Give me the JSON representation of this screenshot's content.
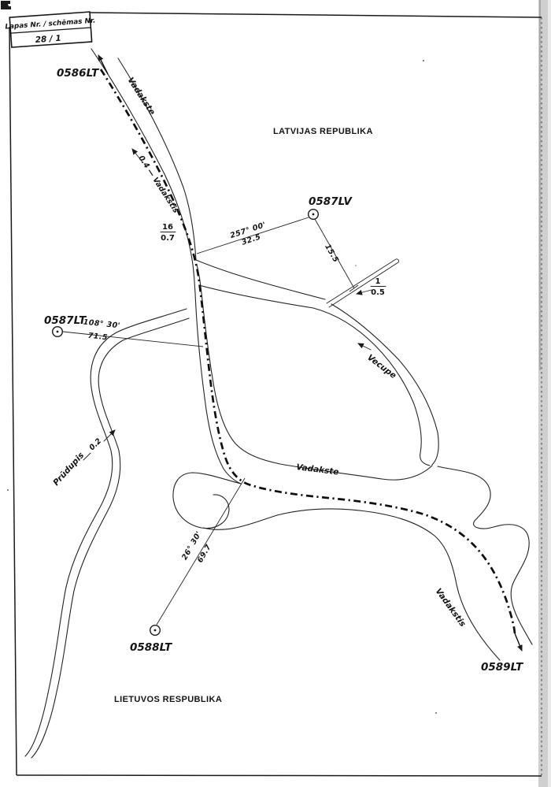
{
  "sheet": {
    "label": "Lapas Nr. / schēmas Nr.",
    "number": "28 / 1"
  },
  "countries": {
    "latvia": "LATVIJAS REPUBLIKA",
    "lithuania": "LIETUVOS RESPUBLIKA"
  },
  "border_markers": {
    "m0586lt": "0586LT",
    "m0587lv": "0587LV",
    "m0587lt": "0587LT",
    "m0588lt": "0588LT",
    "m0589lt": "0589LT"
  },
  "rivers": {
    "vadakste_upper": "Vadakste",
    "vadakste_middle": "Vadakste",
    "vadakstis_lower": "Vadakstis",
    "vecupe": "Vecupe",
    "prudupis": "Prūdupis"
  },
  "flow_notes": {
    "vadakstis_upper": "0.4 — Vadakstis",
    "prudupis": "0.2"
  },
  "measurements": {
    "m0587lv_border": {
      "bearing": "257° 00'",
      "distance": "32.5"
    },
    "m0587lv_ditch": {
      "distance": "15.5"
    },
    "m0587lt_border": {
      "bearing": "108° 30'",
      "distance": "71.5"
    },
    "m0588lt_border": {
      "bearing": "26° 30'",
      "distance": "69.7"
    }
  },
  "annotations": {
    "river_width_depth": {
      "numerator": "16",
      "denominator": "0.7"
    },
    "ditch_width_depth": {
      "numerator": "1",
      "denominator": "0.5"
    }
  },
  "colors": {
    "ink": "#1a1a1a",
    "paper": "#ffffff",
    "scan_band": "#c6c6c6"
  }
}
